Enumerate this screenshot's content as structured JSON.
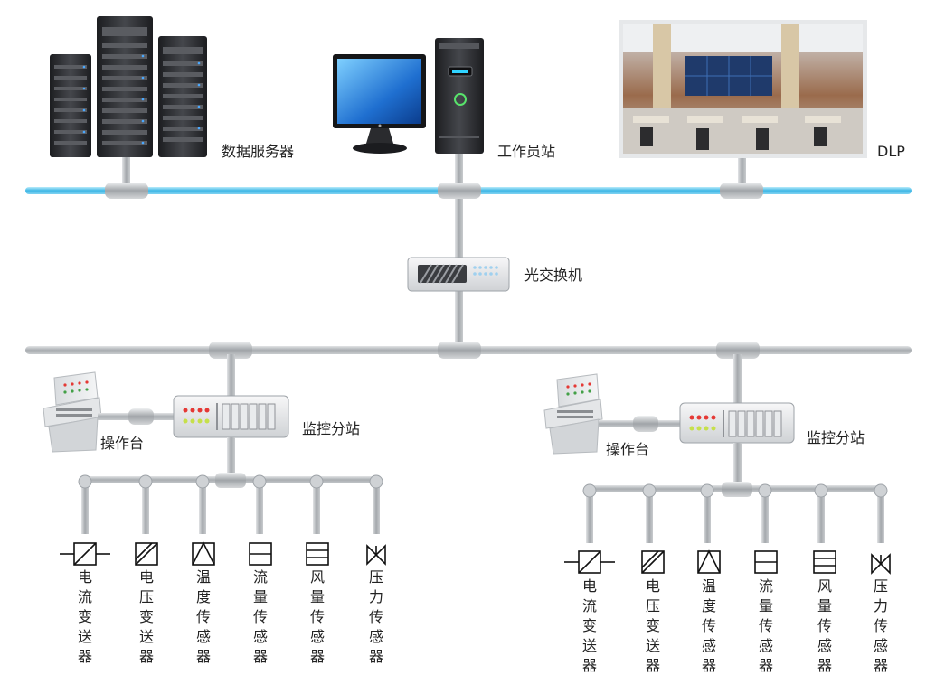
{
  "nodes": {
    "data_server": "数据服务器",
    "workstation": "工作员站",
    "dlp": "DLP",
    "optical_switch": "光交换机"
  },
  "stations": [
    {
      "operator_console": "操作台",
      "monitor_substation": "监控分站",
      "sensors": [
        "电流变送器",
        "电压变送器",
        "温度传感器",
        "流量传感器",
        "风量传感器",
        "压力传感器"
      ]
    },
    {
      "operator_console": "操作台",
      "monitor_substation": "监控分站",
      "sensors": [
        "电流变送器",
        "电压变送器",
        "温度传感器",
        "流量传感器",
        "风量传感器",
        "压力传感器"
      ]
    }
  ],
  "icons": [
    "server-icon",
    "monitor-icon",
    "pc-tower-icon",
    "control-room-photo",
    "switch-icon",
    "console-icon",
    "substation-icon",
    "current-transmitter-symbol",
    "voltage-transmitter-symbol",
    "temperature-sensor-symbol",
    "flow-sensor-symbol",
    "air-flow-sensor-symbol",
    "pressure-sensor-symbol"
  ],
  "colors": {
    "fiber_bus": "#4fc3ea",
    "ethernet_bus": "#b8bcc0",
    "device_dark": "#2d2f33"
  }
}
